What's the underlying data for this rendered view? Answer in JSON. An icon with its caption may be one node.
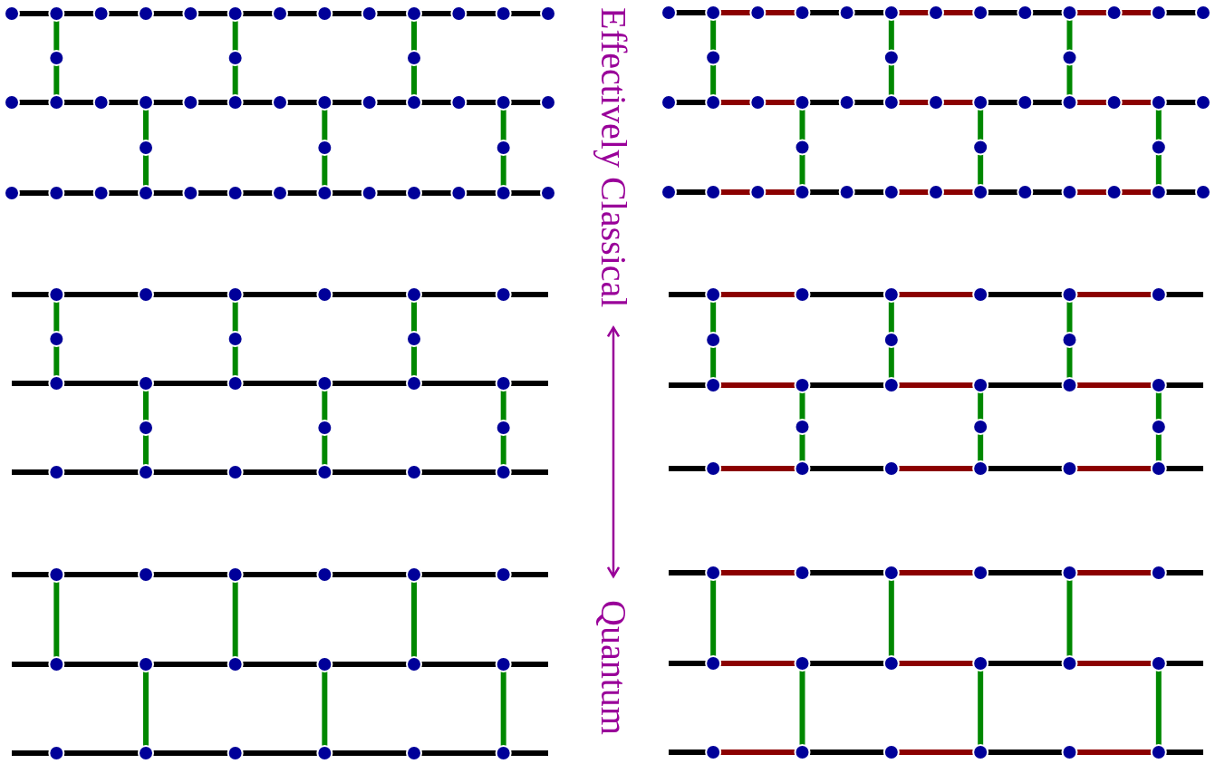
{
  "diagram": {
    "nodes": [
      {
        "text": [
          "Effectively Classical"
        ]
      },
      {
        "text": [
          "Quantum"
        ]
      }
    ],
    "edges": [
      {
        "from": 0,
        "to": 1,
        "arrow": "both"
      }
    ]
  }
}
